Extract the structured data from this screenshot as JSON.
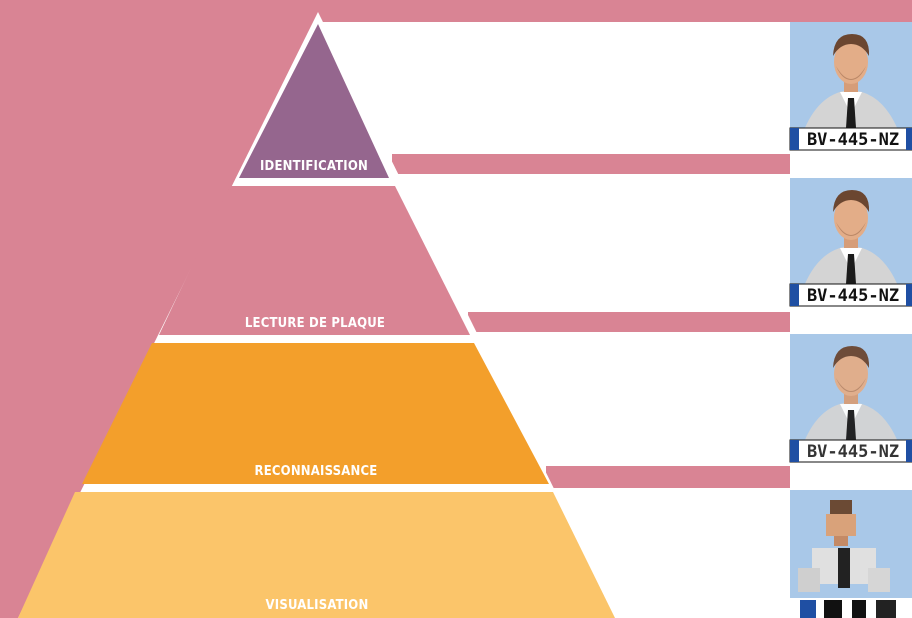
{
  "colors": {
    "background_band": "#d98494",
    "identification": "#95668e",
    "lecture": "#d98494",
    "reconnaissance": "#f39f2b",
    "visualisation": "#fbc56a",
    "photo_bg": "#a9c8e8",
    "plate_bg": "#ffffff",
    "plate_band": "#1f4fa3"
  },
  "pyramid": {
    "tiers": [
      {
        "label": "IDENTIFICATION"
      },
      {
        "label": "LECTURE DE PLAQUE"
      },
      {
        "label": "RECONNAISSANCE"
      },
      {
        "label": "VISUALISATION"
      }
    ]
  },
  "examples": [
    {
      "plate": "BV-445-NZ",
      "quality": "sharp"
    },
    {
      "plate": "BV-445-NZ",
      "quality": "sharp"
    },
    {
      "plate": "BV-445-NZ",
      "quality": "slightly-blurred"
    },
    {
      "plate": "",
      "quality": "pixelated"
    }
  ]
}
